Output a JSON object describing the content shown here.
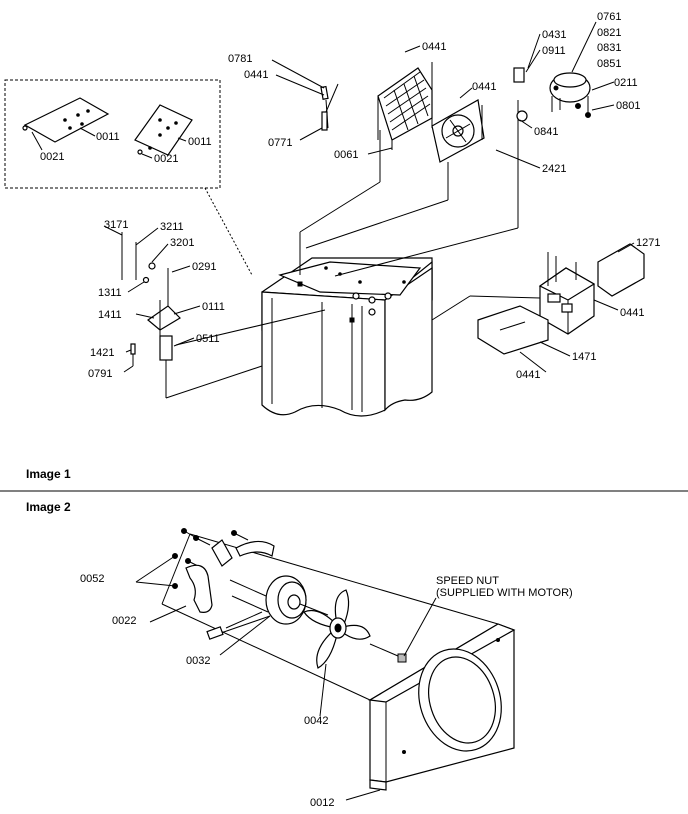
{
  "sections": {
    "image1": "Image 1",
    "image2": "Image 2"
  },
  "callouts": {
    "0761": "0761",
    "0821": "0821",
    "0831": "0831",
    "0851": "0851",
    "0211": "0211",
    "0801": "0801",
    "0431": "0431",
    "0911": "0911",
    "0841": "0841",
    "0781": "0781",
    "0441": "0441",
    "0771": "0771",
    "0061": "0061",
    "2421": "2421",
    "0011": "0011",
    "0021": "0021",
    "3171": "3171",
    "3211": "3211",
    "3201": "3201",
    "0291": "0291",
    "1311": "1311",
    "1411": "1411",
    "0111": "0111",
    "1421": "1421",
    "0511": "0511",
    "0791": "0791",
    "1271": "1271",
    "1471": "1471",
    "0052": "0052",
    "0022": "0022",
    "0032": "0032",
    "0042": "0042",
    "0012": "0012"
  },
  "notes": {
    "speed_nut_1": "SPEED NUT",
    "speed_nut_2": "(SUPPLIED WITH MOTOR)"
  }
}
